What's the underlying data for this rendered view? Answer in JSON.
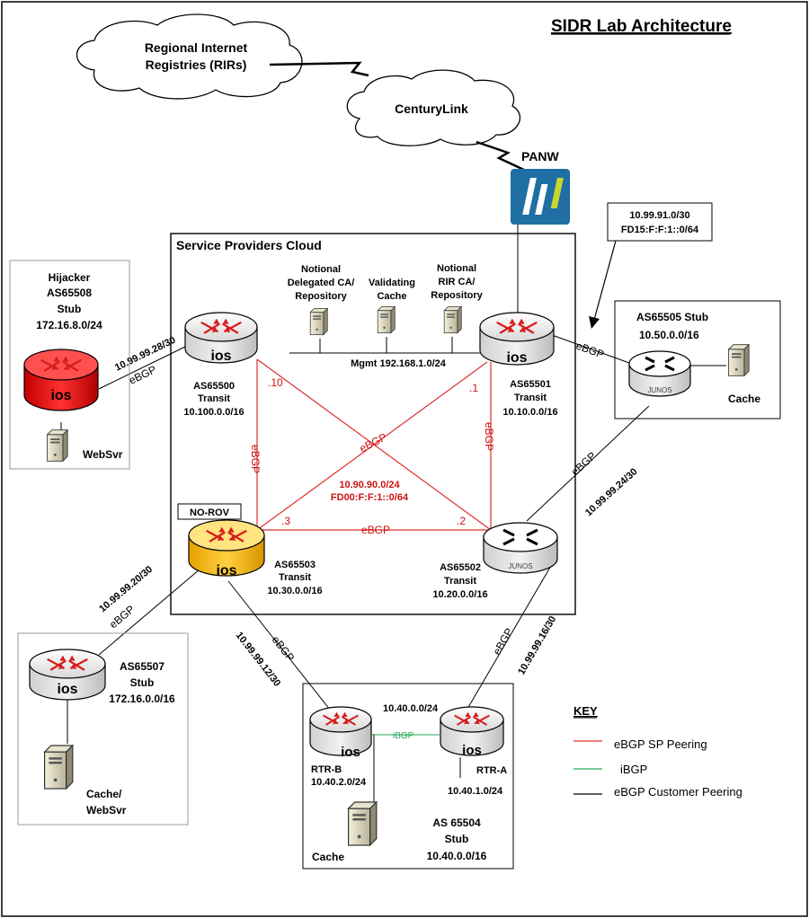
{
  "title": "SIDR Lab Architecture",
  "clouds": {
    "rirs_line1": "Regional Internet",
    "rirs_line2": "Registries (RIRs)",
    "centurylink": "CenturyLink"
  },
  "panw_label": "PANW",
  "sp_cloud_title": "Service Providers Cloud",
  "router_label": "ios",
  "junos_label": "JUNOS",
  "servers": {
    "delegated_ca": [
      "Notional",
      "Delegated CA/",
      "Repository"
    ],
    "validating_cache": [
      "Validating",
      "Cache"
    ],
    "rir_ca": [
      "Notional",
      "RIR CA/",
      "Repository"
    ]
  },
  "mgmt_label": "Mgmt 192.168.1.0/24",
  "as65500": [
    "AS65500",
    "Transit",
    "10.100.0.0/16"
  ],
  "as65501": [
    "AS65501",
    "Transit",
    "10.10.0.0/16"
  ],
  "as65502": [
    "AS65502",
    "Transit",
    "10.20.0.0/16"
  ],
  "as65503": [
    "AS65503",
    "Transit",
    "10.30.0.0/16"
  ],
  "no_rov": "NO-ROV",
  "hijacker": [
    "Hijacker",
    "AS65508",
    "Stub",
    "172.16.8.0/24"
  ],
  "webserver": "WebSvr",
  "as65505": [
    "AS65505 Stub",
    "10.50.0.0/16"
  ],
  "cache": "Cache",
  "callout": [
    "10.99.91.0/30",
    "FD15:F:F:1::0/64"
  ],
  "as65507": [
    "AS65507",
    "Stub",
    "172.16.0.0/16"
  ],
  "cache_websvr": [
    "Cache/",
    "WebSvr"
  ],
  "as65504": [
    "AS 65504",
    "Stub",
    "10.40.0.0/16"
  ],
  "rtr_b": [
    "RTR-B",
    "10.40.2.0/24"
  ],
  "rtr_a": "RTR-A",
  "rtr_a_net": "10.40.1.0/24",
  "net_10_40": "10.40.0.0/24",
  "ibgp": "iBGP",
  "ebgp": "eBGP",
  "core_net": [
    "10.90.90.0/24",
    "FD00:F:F:1::0/64"
  ],
  "addr": {
    "a10": ".10",
    "a1": ".1",
    "a3": ".3",
    "a2": ".2"
  },
  "links": {
    "hijacker": "10.99.99.28/30",
    "as65505": "10.99.99.24/30",
    "as65507": "10.99.99.20/30",
    "rtr_b": "10.99.99.12/30",
    "rtr_a": "10.99.99.16/30"
  },
  "key": {
    "title": "KEY",
    "items": [
      "eBGP SP Peering",
      "iBGP",
      "eBGP Customer Peering"
    ]
  },
  "colors": {
    "ebgp_sp": "#e03030",
    "ibgp": "#22aa55",
    "customer": "#000000",
    "hijacker_router": "#e8141a",
    "no_rov_router": "#f2b50f",
    "panw": "#1f6fa5"
  }
}
